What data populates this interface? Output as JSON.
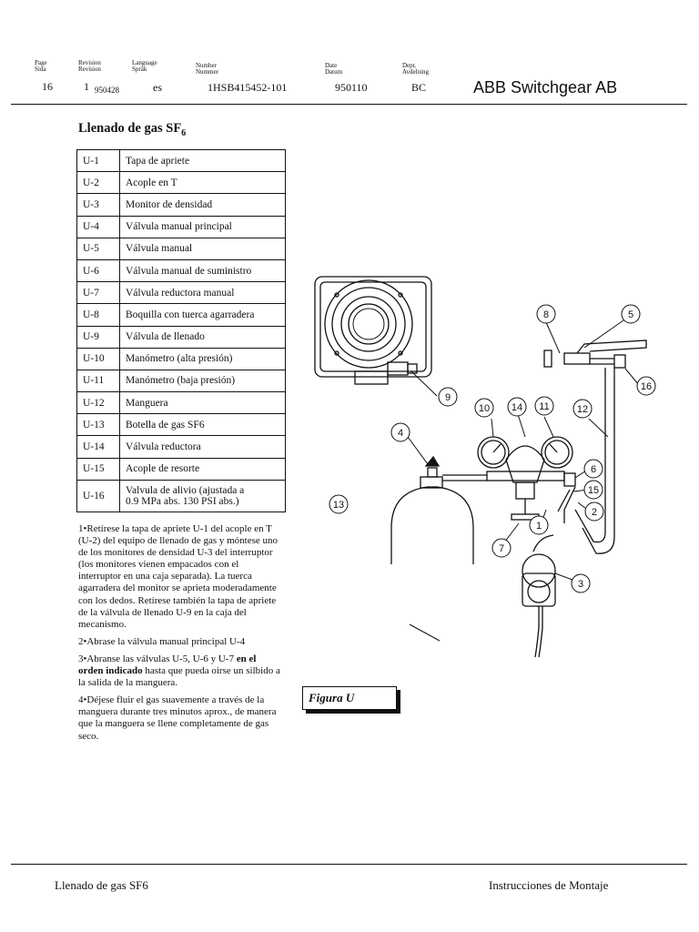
{
  "header": {
    "labels": {
      "page": [
        "Page",
        "Sida"
      ],
      "revision": [
        "Revision",
        "Revision"
      ],
      "language": [
        "Language",
        "Språk"
      ],
      "number": [
        "Number",
        "Nummer"
      ],
      "date": [
        "Date",
        "Datum"
      ],
      "dept": [
        "Dept.",
        "Avdelning"
      ]
    },
    "values": {
      "page": "16",
      "revision": "1",
      "revision_date": "950428",
      "language": "es",
      "number": "1HSB415452-101",
      "date": "950110",
      "dept": "BC"
    },
    "company": "ABB Switchgear AB"
  },
  "section": {
    "title": "Llenado de gas SF",
    "title_sub": "6"
  },
  "parts": [
    {
      "code": "U-1",
      "desc": "Tapa de apriete"
    },
    {
      "code": "U-2",
      "desc": "Acople en T"
    },
    {
      "code": "U-3",
      "desc": "Monitor de densidad"
    },
    {
      "code": "U-4",
      "desc": "Válvula manual principal"
    },
    {
      "code": "U-5",
      "desc": "Válvula manual"
    },
    {
      "code": "U-6",
      "desc": "Válvula manual de suministro"
    },
    {
      "code": "U-7",
      "desc": "Válvula reductora manual"
    },
    {
      "code": "U-8",
      "desc": "Boquilla con tuerca agarradera"
    },
    {
      "code": "U-9",
      "desc": "Válvula de llenado"
    },
    {
      "code": "U-10",
      "desc": "Manómetro (alta presión)"
    },
    {
      "code": "U-11",
      "desc": "Manómetro (baja presión)"
    },
    {
      "code": "U-12",
      "desc": "Manguera"
    },
    {
      "code": "U-13",
      "desc": "Botella de gas SF6"
    },
    {
      "code": "U-14",
      "desc": "Válvula reductora"
    },
    {
      "code": "U-15",
      "desc": "Acople de resorte"
    },
    {
      "code": "U-16",
      "desc": "Valvula de alivio (ajustada a",
      "desc2": "0.9 MPa abs. 130 PSI abs.)"
    }
  ],
  "steps": [
    {
      "num": "1•",
      "text": "Retírese la tapa de apriete U-1 del acople en T (U-2) del equipo de llenado de gas y móntese uno de los monitores de densidad U-3 del interruptor (los monitores vienen empacados con el interruptor en una caja separada). La tuerca agarradera del monitor se aprieta moderadamente con los dedos. Retírese también la tapa de apriete de la válvula de llenado U-9 en la caja del mecanismo."
    },
    {
      "num": "2•",
      "text": "Abrase la válvula manual principal U-4"
    },
    {
      "num": "3•",
      "text_a": "Abranse las válvulas U-5, U-6 y U-7 ",
      "text_b": "en el orden indicado",
      "text_c": " hasta que pueda oirse un silbido a la salida de la manguera."
    },
    {
      "num": "4•",
      "text": "Déjese fluir el gas suavemente a través de la manguera durante tres minutos aprox., de manera que la manguera se llene completamente de gas seco."
    }
  ],
  "figure": {
    "label": "Figura U",
    "callouts": [
      "1",
      "2",
      "3",
      "4",
      "5",
      "6",
      "7",
      "8",
      "9",
      "10",
      "11",
      "12",
      "13",
      "14",
      "15",
      "16"
    ]
  },
  "footer": {
    "left": "Llenado de gas SF6",
    "right": "Instrucciones de Montaje"
  }
}
